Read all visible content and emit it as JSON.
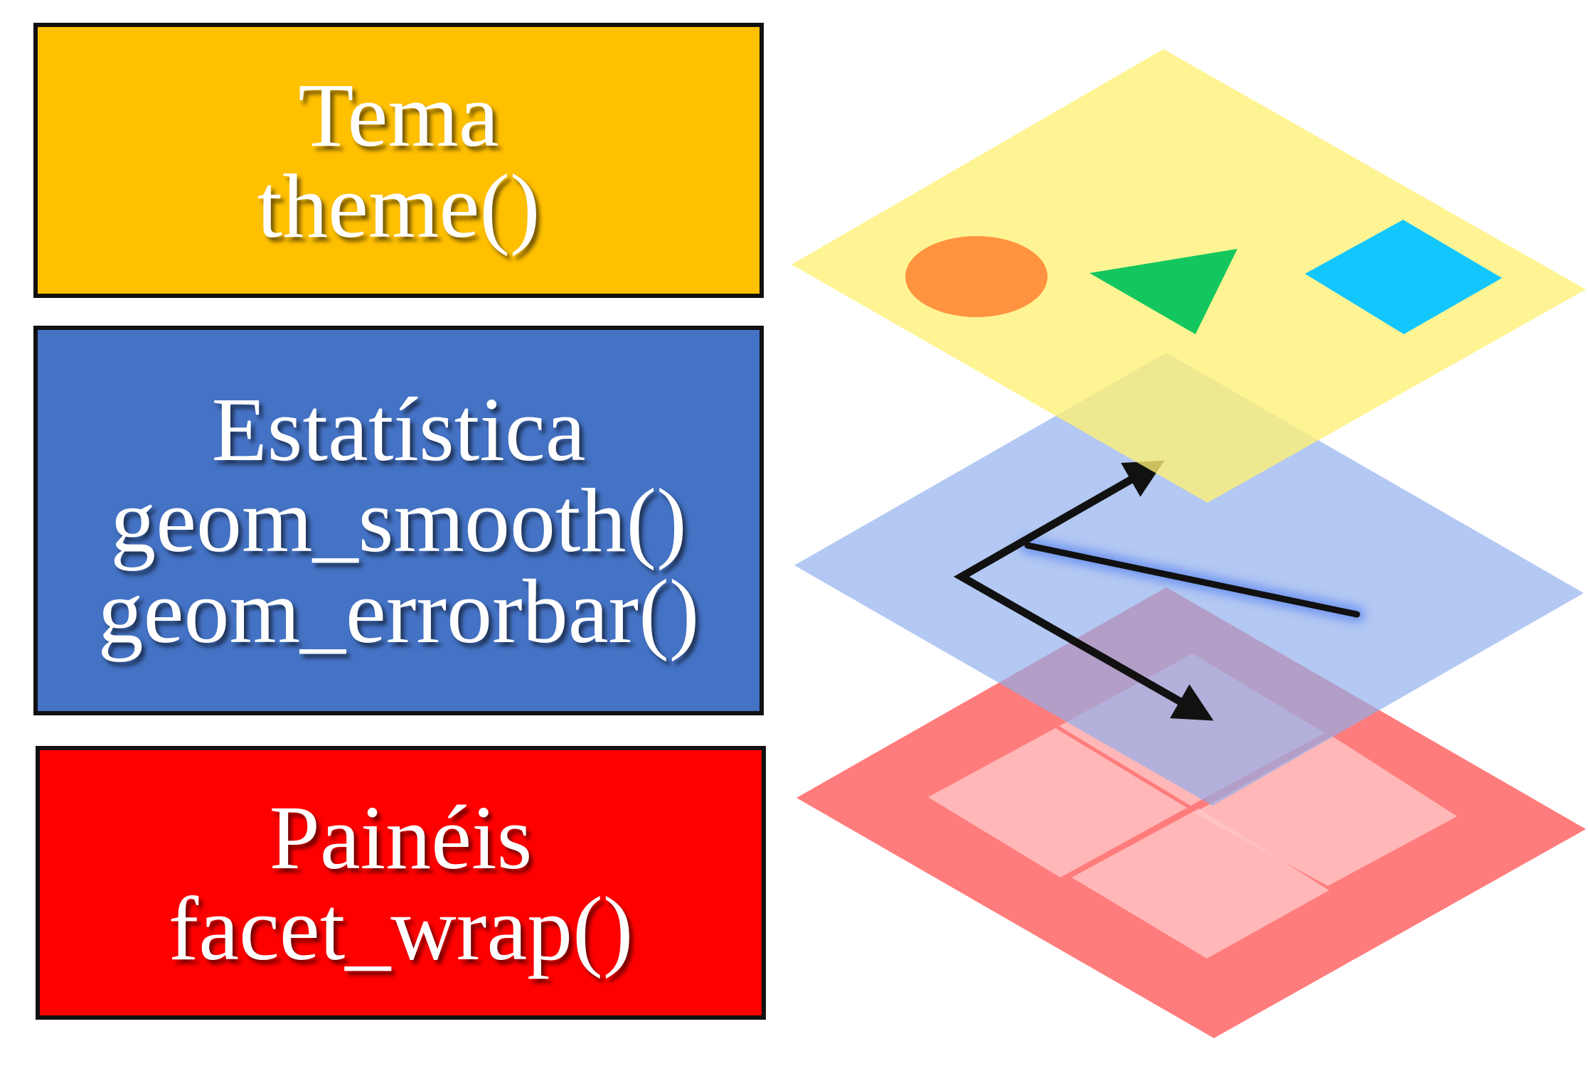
{
  "boxes": {
    "theme": {
      "title": "Tema",
      "function": "theme()",
      "color": "#FFC000"
    },
    "stats": {
      "title": "Estatística",
      "function_1": "geom_smooth()",
      "function_2": "geom_errorbar()",
      "color": "#4472C4"
    },
    "facets": {
      "title": "Painéis",
      "function": "facet_wrap()",
      "color": "#FF0000"
    }
  },
  "layers": {
    "top": {
      "color": "#FFF176",
      "shapes": [
        "circle",
        "triangle",
        "diamond"
      ],
      "shape_colors": [
        "#FF9340",
        "#13C75E",
        "#13C6FE"
      ]
    },
    "middle": {
      "color": "#8FAEEC"
    },
    "bottom": {
      "color": "#FF7575",
      "panel_color": "#FFC6C6",
      "panel_count": 4
    }
  }
}
